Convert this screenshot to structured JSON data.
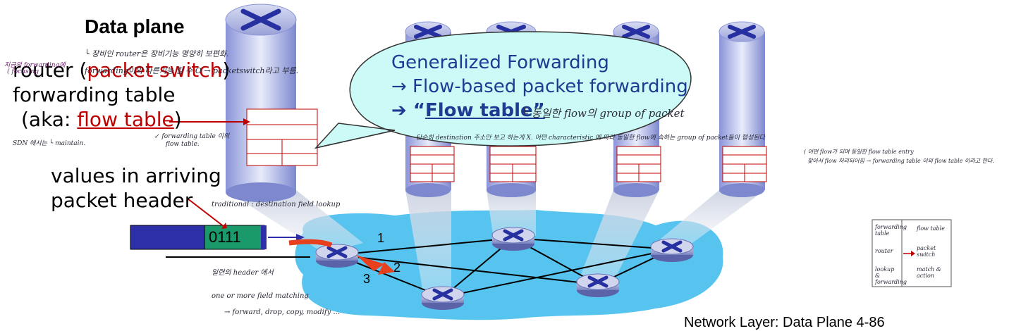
{
  "slide": {
    "title": "Data plane",
    "left_labels": {
      "router_prefix": "router (",
      "router_red": "packet switch",
      "router_suffix": ")",
      "forwarding_table": "forwarding table",
      "aka_prefix": "(aka: ",
      "aka_red": "flow table",
      "aka_suffix": ")",
      "values_line1": "values in arriving",
      "values_line2": "packet header"
    },
    "header_value": "0111",
    "bubble": {
      "line1": "Generalized Forwarding",
      "line2": "→ Flow-based packet forwarding",
      "line3_arrow": "➔ “",
      "line3_bold": "Flow table”"
    },
    "port_labels": [
      "1",
      "2",
      "3"
    ],
    "footer": "Network Layer: Data Plane  4-86"
  },
  "handwritten": {
    "left_note1": "지금의 forwarding에",
    "left_note2": "( focusing",
    "top_note1": "└ 장비인 router은 장비기능 명양히 보편화.",
    "top_note2": "forwarding이외 다른기능 할 수 O → packetswitch라고 부름.",
    "table_note1": "↙ forwarding table 이외",
    "table_note2": "flow table.",
    "sdn_note": "SDN 에서는 └ maintain.",
    "trad_note": "traditional : destination field lookup",
    "bubble_side": "└ 동일한 flow의 group of packet",
    "long_note": "단순히 destination 주소만 보고 하는게 X. 어떤 characteristic 에 따라 동일한 flow에 속하는 group of packet들이 형성된다",
    "right_note1": "( 어떤 flow가 되며 동일한 flow table entry",
    "right_note2": "찾아서 flow 처리되어짐 → forwarding table 이외 flow table 이라고 한다.",
    "bottom_note1": "일련의 header 에서",
    "bottom_note2": "one or more field matching",
    "bottom_note3": "→ forward, drop, copy, modify ...",
    "box_left": [
      "forwarding table",
      "router",
      "lookup & forwarding"
    ],
    "box_right": [
      "flow table",
      "packet switch",
      "match & action"
    ]
  },
  "colors": {
    "router_red": "#c00000",
    "bubble_fill": "#ccfbf7",
    "bubble_text": "#1f3a93",
    "cylinder_blue": "#6677c4",
    "network_cloud": "#56c4ef",
    "header_blue": "#2d2fa8",
    "header_green": "#1a9a6a"
  }
}
